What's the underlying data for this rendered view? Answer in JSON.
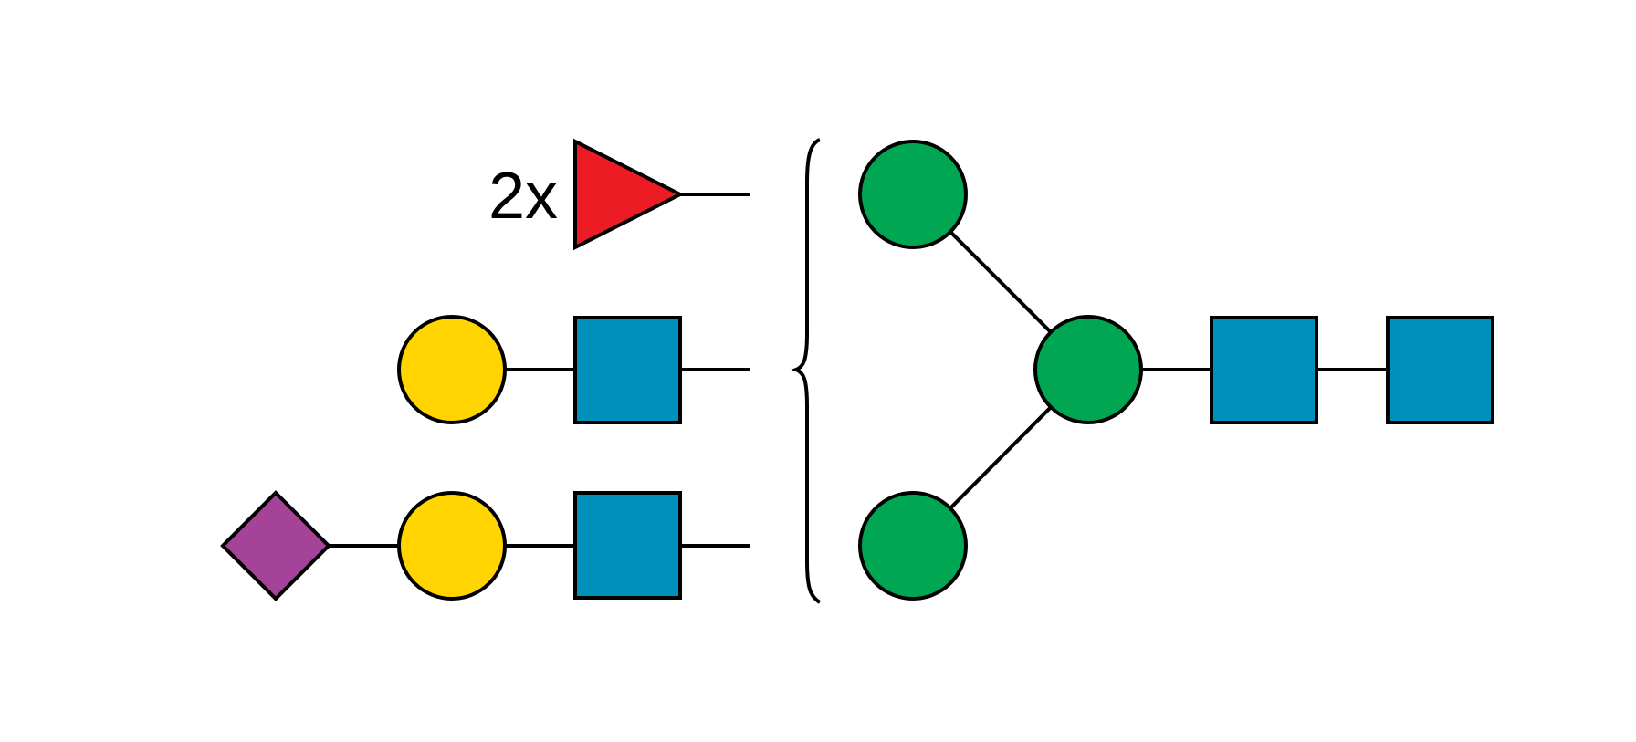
{
  "multiplier_label": "2x",
  "colors": {
    "fucose": "#ED1C24",
    "galactose": "#FFD400",
    "glcnac": "#0090BC",
    "mannose": "#00A651",
    "sialic_acid": "#A54399",
    "line": "#000000"
  },
  "glycan": {
    "antennae": [
      {
        "residues": [
          "fucose-triangle"
        ],
        "multiplier": "2x"
      },
      {
        "residues": [
          "galactose-circle",
          "glcnac-square"
        ]
      },
      {
        "residues": [
          "sialic-acid-diamond",
          "galactose-circle",
          "glcnac-square"
        ]
      }
    ],
    "core": [
      "mannose-circle",
      "mannose-circle",
      "mannose-circle",
      "glcnac-square",
      "glcnac-square"
    ]
  }
}
